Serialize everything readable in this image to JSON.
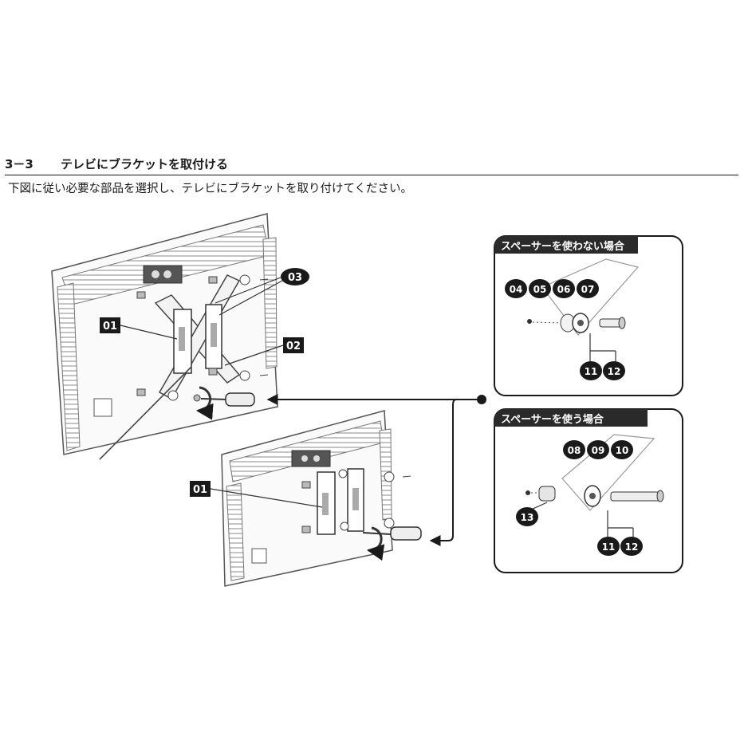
{
  "section": {
    "number": "3－3",
    "title": "テレビにブラケットを取付ける"
  },
  "instruction": "下図に従い必要な部品を選択し、テレビにブラケットを取り付けてください。",
  "diagram": {
    "callouts_top": {
      "c01": "01",
      "c02": "02",
      "c03": "03"
    },
    "callouts_bottom": {
      "c01": "01"
    },
    "panel_no_spacer": {
      "title": "スペーサーを使わない場合",
      "badges": [
        "04",
        "05",
        "06",
        "07"
      ],
      "badges_low": [
        "11",
        "12"
      ]
    },
    "panel_spacer": {
      "title": "スペーサーを使う場合",
      "badges": [
        "08",
        "09",
        "10"
      ],
      "badge_single": "13",
      "badges_low": [
        "11",
        "12"
      ]
    }
  }
}
